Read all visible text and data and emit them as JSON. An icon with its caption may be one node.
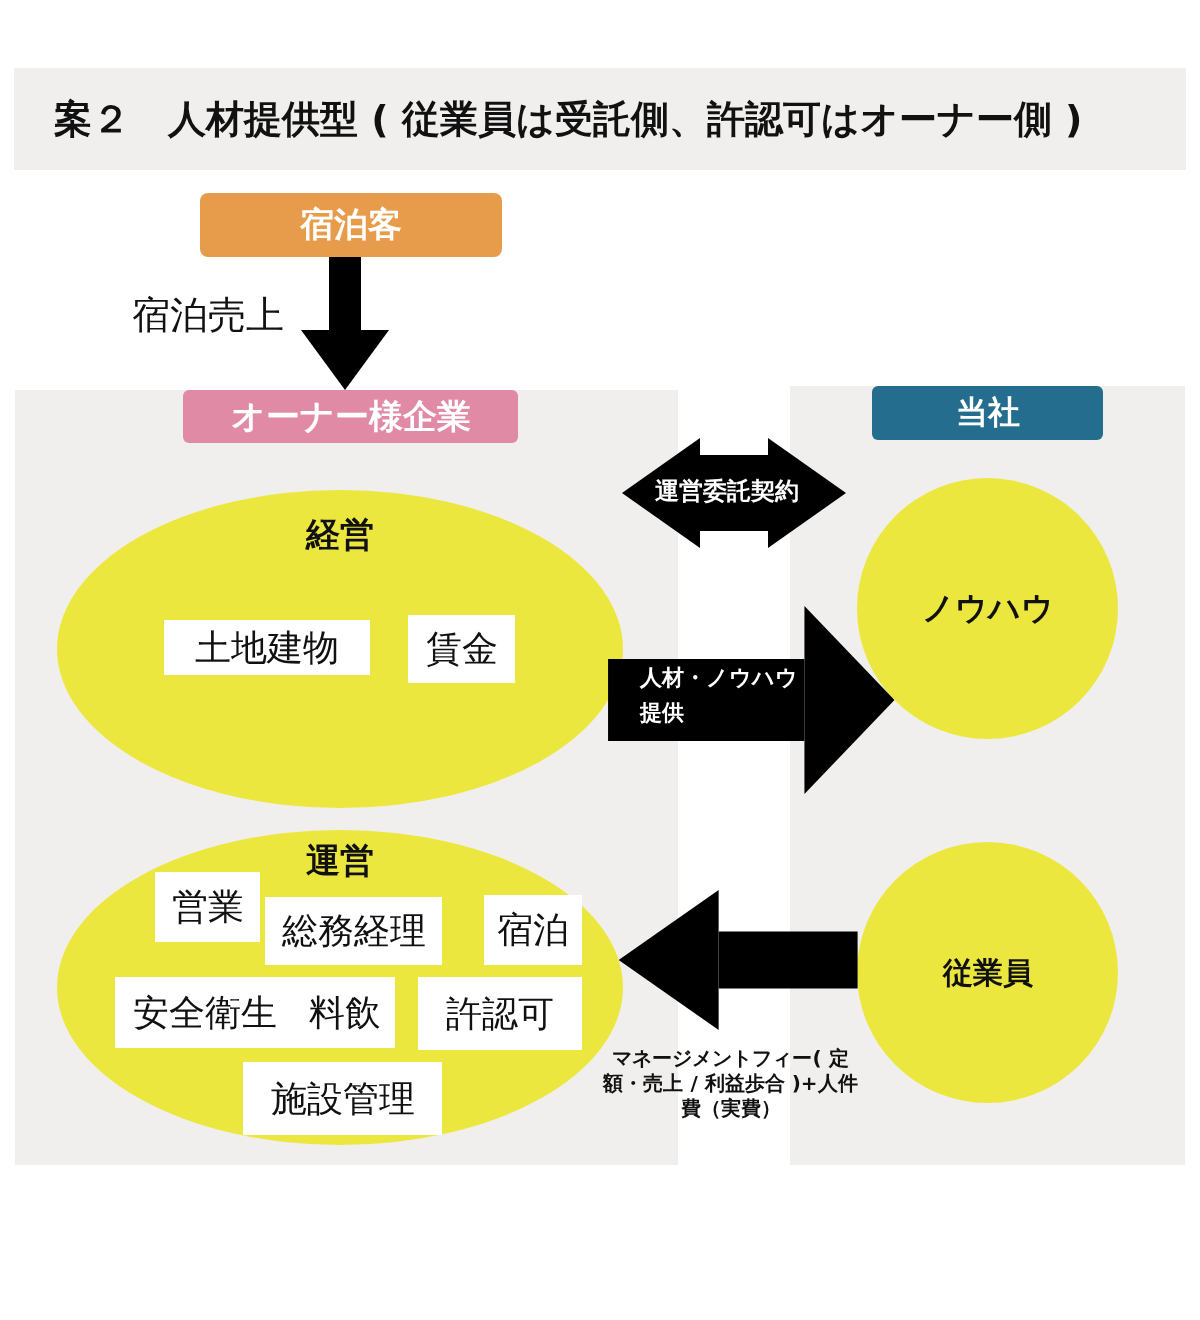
{
  "diagram": {
    "title": "案２　人材提供型 ( 従業員は受託側、許認可はオーナー側 )",
    "nodes": [
      {
        "text": [
          "宿泊客"
        ]
      },
      {
        "text": [
          "オーナー様企業"
        ]
      },
      {
        "text": [
          "経営"
        ],
        "in": 1
      },
      {
        "text": [
          "土地建物"
        ],
        "in": 2
      },
      {
        "text": [
          "賃金"
        ],
        "in": 2
      },
      {
        "text": [
          "運営"
        ],
        "in": 1
      },
      {
        "text": [
          "営業"
        ],
        "in": 5
      },
      {
        "text": [
          "総務経理"
        ],
        "in": 5
      },
      {
        "text": [
          "宿泊"
        ],
        "in": 5
      },
      {
        "text": [
          "安全衛生"
        ],
        "in": 5
      },
      {
        "text": [
          "料飲"
        ],
        "in": 5
      },
      {
        "text": [
          "許認可"
        ],
        "in": 5
      },
      {
        "text": [
          "施設管理"
        ],
        "in": 5
      },
      {
        "text": [
          "当社"
        ]
      },
      {
        "text": [
          "ノウハウ"
        ],
        "in": 13
      },
      {
        "text": [
          "従業員"
        ],
        "in": 13
      }
    ],
    "edges": [
      {
        "from": 0,
        "to": 1,
        "arrow": "to",
        "label": "宿泊売上"
      },
      {
        "from": 1,
        "to": 13,
        "arrow": "both",
        "label": "運営委託契約"
      },
      {
        "from": 2,
        "to": 14,
        "arrow": "to",
        "label": "人材・ノウハウ提供"
      },
      {
        "from": 15,
        "to": 5,
        "arrow": "to",
        "label": "マネージメントフィー( 定額・売上 / 利益歩合 )+人件費（実費）"
      }
    ]
  }
}
